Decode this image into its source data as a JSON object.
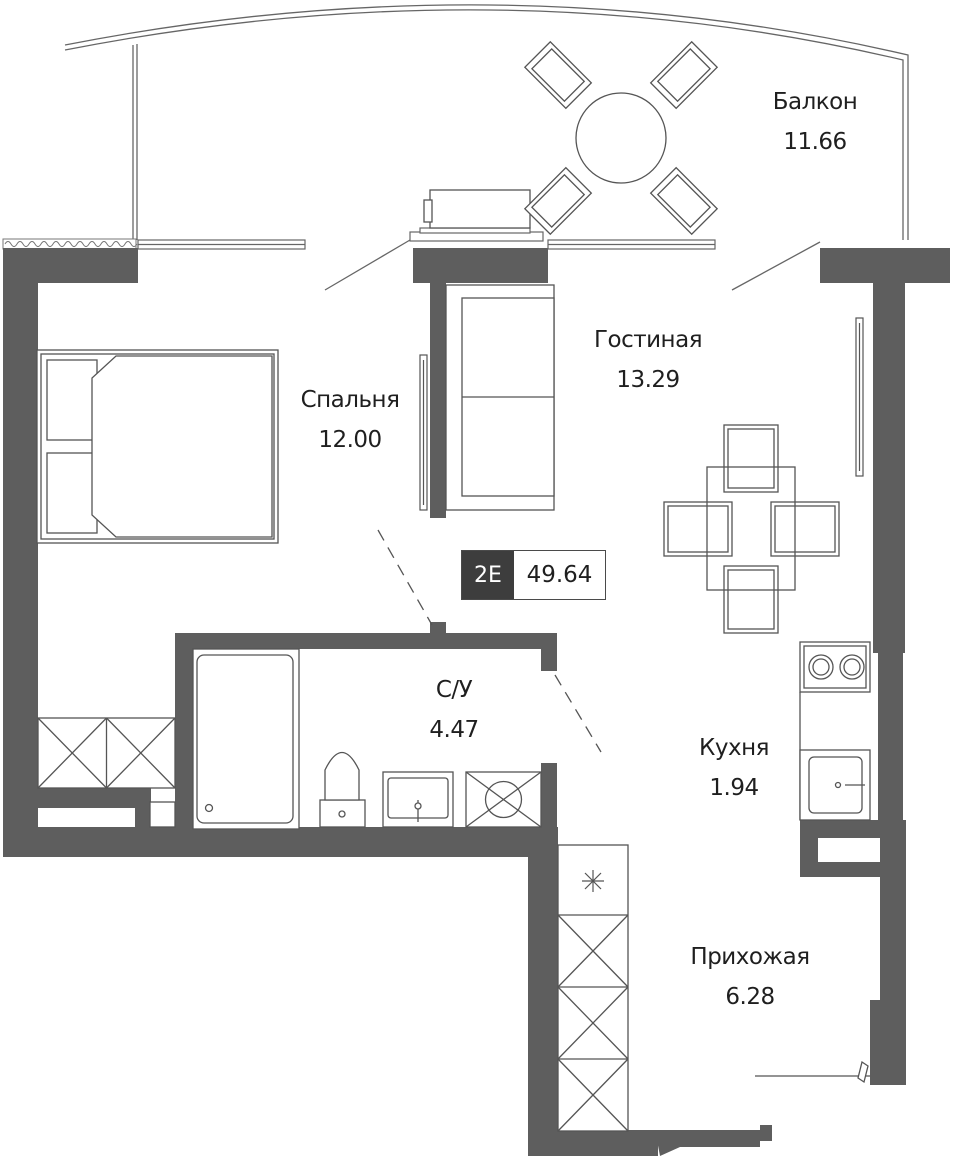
{
  "plan": {
    "badge": {
      "type": "2E",
      "total_area": "49.64"
    },
    "rooms": [
      {
        "key": "balcony",
        "name": "Балкон",
        "area": "11.66"
      },
      {
        "key": "living",
        "name": "Гостиная",
        "area": "13.29"
      },
      {
        "key": "bedroom",
        "name": "Спальня",
        "area": "12.00"
      },
      {
        "key": "bathroom",
        "name": "С/У",
        "area": "4.47"
      },
      {
        "key": "kitchen",
        "name": "Кухня",
        "area": "1.94"
      },
      {
        "key": "hallway",
        "name": "Прихожая",
        "area": "6.28"
      }
    ]
  },
  "colors": {
    "wall": "#5e5e5e",
    "line": "#555555",
    "badge_dark": "#3d3d3d"
  }
}
